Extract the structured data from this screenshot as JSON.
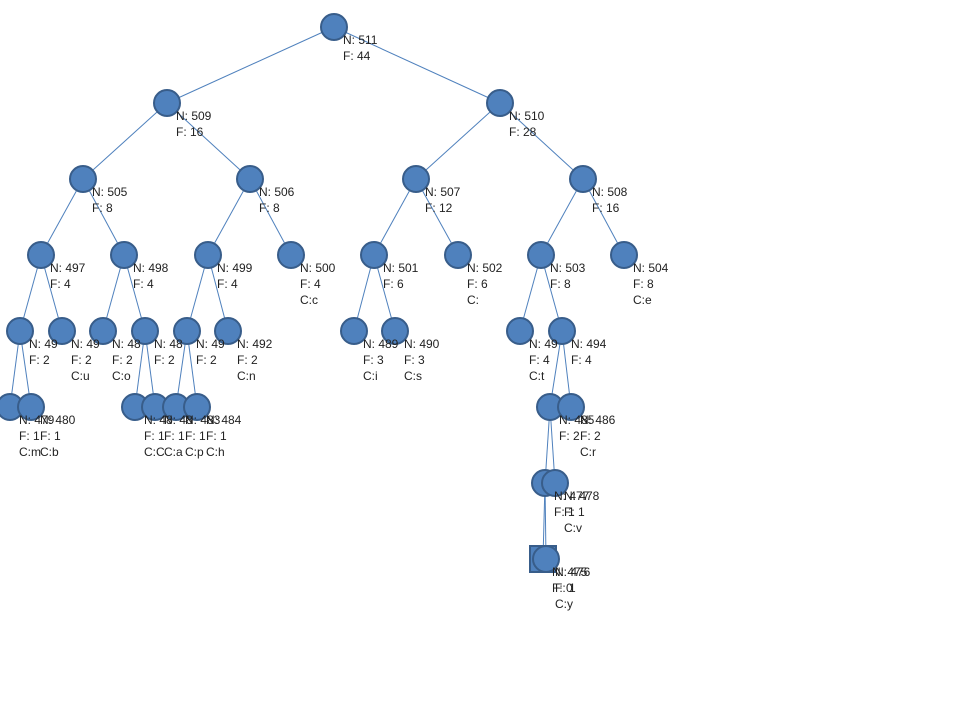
{
  "diagram": {
    "type": "huffman-tree",
    "colors": {
      "node_fill": "#4f81bd",
      "node_stroke": "#385d8a",
      "edge": "#4f81bd",
      "text": "#222222"
    },
    "nodes": [
      {
        "id": "511",
        "n": "N: 511",
        "f": "F: 44",
        "c": ""
      },
      {
        "id": "509",
        "n": "N: 509",
        "f": "F: 16",
        "c": "",
        "parent": "511"
      },
      {
        "id": "510",
        "n": "N: 510",
        "f": "F: 28",
        "c": "",
        "parent": "511"
      },
      {
        "id": "505",
        "n": "N: 505",
        "f": "F: 8",
        "c": "",
        "parent": "509"
      },
      {
        "id": "506",
        "n": "N: 506",
        "f": "F: 8",
        "c": "",
        "parent": "509"
      },
      {
        "id": "507",
        "n": "N: 507",
        "f": "F: 12",
        "c": "",
        "parent": "510"
      },
      {
        "id": "508",
        "n": "N: 508",
        "f": "F: 16",
        "c": "",
        "parent": "510"
      },
      {
        "id": "497",
        "n": "N: 497",
        "f": "F: 4",
        "c": "",
        "parent": "505"
      },
      {
        "id": "498",
        "n": "N: 498",
        "f": "F: 4",
        "c": "",
        "parent": "505"
      },
      {
        "id": "499",
        "n": "N: 499",
        "f": "F: 4",
        "c": "",
        "parent": "506"
      },
      {
        "id": "500",
        "n": "N: 500",
        "f": "F: 4",
        "c": "C:c",
        "parent": "506"
      },
      {
        "id": "501",
        "n": "N: 501",
        "f": "F: 6",
        "c": "",
        "parent": "507"
      },
      {
        "id": "502",
        "n": "N: 502",
        "f": "F: 6",
        "c": "C:",
        "parent": "507"
      },
      {
        "id": "503",
        "n": "N: 503",
        "f": "F: 8",
        "c": "",
        "parent": "508"
      },
      {
        "id": "504",
        "n": "N: 504",
        "f": "F: 8",
        "c": "C:e",
        "parent": "508"
      },
      {
        "id": "a1",
        "n": "N: 49",
        "f": "F: 2",
        "c": "",
        "parent": "497"
      },
      {
        "id": "a2",
        "n": "N: 49",
        "f": "F: 2",
        "c": "C:u",
        "parent": "497"
      },
      {
        "id": "a3",
        "n": "N: 48",
        "f": "F: 2",
        "c": "C:o",
        "parent": "498"
      },
      {
        "id": "a4",
        "n": "N: 48",
        "f": "F: 2",
        "c": "",
        "parent": "498"
      },
      {
        "id": "a5",
        "n": "N: 49",
        "f": "F: 2",
        "c": "",
        "parent": "499"
      },
      {
        "id": "492",
        "n": "N: 492",
        "f": "F: 2",
        "c": "C:n",
        "parent": "499"
      },
      {
        "id": "489",
        "n": "N: 489",
        "f": "F: 3",
        "c": "C:i",
        "parent": "501"
      },
      {
        "id": "490",
        "n": "N: 490",
        "f": "F: 3",
        "c": "C:s",
        "parent": "501"
      },
      {
        "id": "a6",
        "n": "N: 49",
        "f": "F: 4",
        "c": "C:t",
        "parent": "503"
      },
      {
        "id": "494",
        "n": "N: 494",
        "f": "F: 4",
        "c": "",
        "parent": "503"
      },
      {
        "id": "479",
        "n": "N: 479",
        "f": "F: 1",
        "c": "C:m",
        "parent": "a1"
      },
      {
        "id": "480",
        "n": "N: 480",
        "f": "F: 1",
        "c": "C:b",
        "parent": "a1"
      },
      {
        "id": "b1",
        "n": "N: 48",
        "f": "F: 1",
        "c": "C:C",
        "parent": "a4"
      },
      {
        "id": "b2",
        "n": "N: 48",
        "f": "F: 1",
        "c": "C:a",
        "parent": "a4"
      },
      {
        "id": "483",
        "n": "N: 483",
        "f": "F: 1",
        "c": "C:p",
        "parent": "a5"
      },
      {
        "id": "484",
        "n": "N: 484",
        "f": "F: 1",
        "c": "C:h",
        "parent": "a5"
      },
      {
        "id": "485",
        "n": "N: 485",
        "f": "F: 2",
        "c": "",
        "parent": "494"
      },
      {
        "id": "486",
        "n": "N: 486",
        "f": "F: 2",
        "c": "C:r",
        "parent": "494"
      },
      {
        "id": "477",
        "n": "N: 477",
        "f": "F: 1",
        "c": "",
        "parent": "485"
      },
      {
        "id": "478",
        "n": "N: 478",
        "f": "F: 1",
        "c": "C:v",
        "parent": "485"
      },
      {
        "id": "475",
        "n": "N: 475",
        "f": "F: 0",
        "c": "",
        "parent": "477",
        "shape": "square"
      },
      {
        "id": "476",
        "n": "N: 476",
        "f": "F: 1",
        "c": "C:y",
        "parent": "477"
      }
    ]
  }
}
